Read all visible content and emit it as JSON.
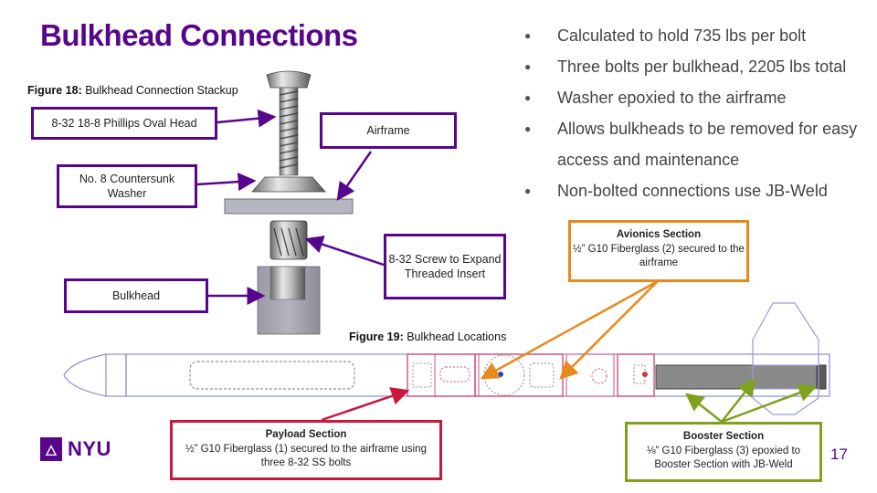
{
  "title": "Bulkhead Connections",
  "bullets": [
    "Calculated to hold 735 lbs per bolt",
    "Three bolts per bulkhead, 2205 lbs total",
    "Washer epoxied to the airframe",
    "Allows bulkheads to be removed for easy access and maintenance",
    "Non-bolted connections use JB-Weld"
  ],
  "figure18": {
    "label": "Figure 18:",
    "text": " Bulkhead Connection Stackup"
  },
  "figure19": {
    "label": "Figure 19:",
    "text": " Bulkhead Locations"
  },
  "stackup_labels": {
    "screw": "8-32 18-8 Phillips Oval Head",
    "airframe": "Airframe",
    "washer": "No. 8 Countersunk Washer",
    "insert_screw": "8-32 Screw to Expand Threaded Insert",
    "bulkhead": "Bulkhead"
  },
  "sections": {
    "avionics": {
      "title": "Avionics Section",
      "desc": "½” G10 Fiberglass (2) secured to the airframe"
    },
    "payload": {
      "title": "Payload Section",
      "desc": "½” G10 Fiberglass (1) secured to the airframe using three 8-32 SS bolts"
    },
    "booster": {
      "title": "Booster Section",
      "desc": "⅛” G10 Fiberglass (3) epoxied to Booster Section with JB-Weld"
    }
  },
  "logo": {
    "text": "NYU",
    "icon": "torch-icon"
  },
  "page_number": "17",
  "colors": {
    "brand": "#57068c",
    "orange": "#e8891c",
    "red": "#c8193c",
    "green": "#7fa11d"
  }
}
